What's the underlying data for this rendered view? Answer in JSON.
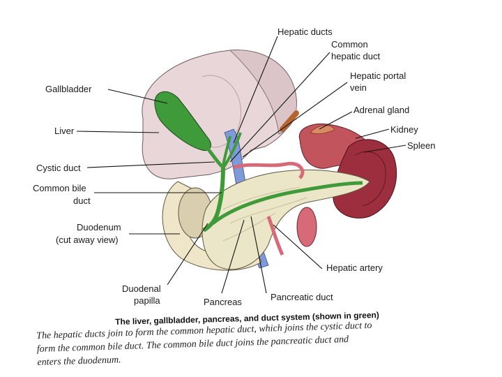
{
  "labels": {
    "hepatic_ducts": "Hepatic ducts",
    "common_hepatic_duct_1": "Common",
    "common_hepatic_duct_2": "hepatic duct",
    "hepatic_portal_vein_1": "Hepatic portal",
    "hepatic_portal_vein_2": "vein",
    "adrenal_gland": "Adrenal gland",
    "kidney": "Kidney",
    "spleen": "Spleen",
    "gallbladder": "Gallbladder",
    "liver": "Liver",
    "cystic_duct": "Cystic duct",
    "common_bile_duct_1": "Common bile",
    "common_bile_duct_2": "duct",
    "duodenum_1": "Duodenum",
    "duodenum_2": "(cut away view)",
    "duodenal_papilla_1": "Duodenal",
    "duodenal_papilla_2": "papilla",
    "pancreas": "Pancreas",
    "pancreatic_duct": "Pancreatic duct",
    "hepatic_artery": "Hepatic artery"
  },
  "caption": {
    "title": "The liver, gallbladder, pancreas, and duct  system (shown in green)",
    "line1": "The hepatic ducts join to form the common hepatic duct, which joins the cystic duct to",
    "line2": "form the common bile duct. The common bile duct joins the pancreatic duct and",
    "line3": "enters the duodenum."
  },
  "colors": {
    "liver": "#e8d6d8",
    "ducts": "#3f9a3a",
    "vein": "#7f9ad8",
    "artery": "#d66a78",
    "kidney": "#c2545e",
    "spleen": "#9c2e3e",
    "pancreas": "#ece6c8",
    "adrenal": "#b5652e"
  }
}
